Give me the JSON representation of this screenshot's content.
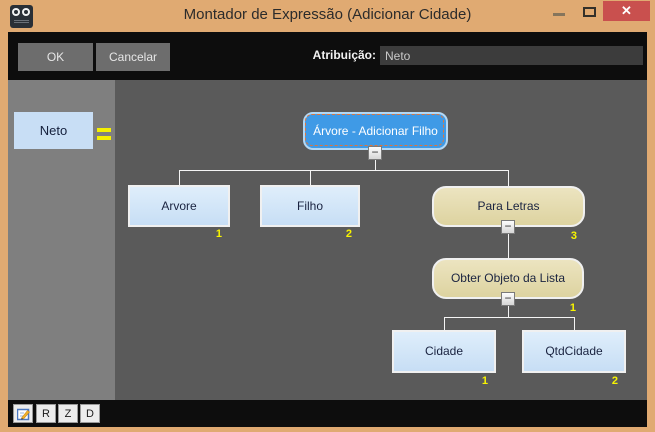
{
  "window": {
    "title": "Montador de Expressão (Adicionar Cidade)",
    "app_icon": "goggles-logo-icon",
    "minimize_icon": "minimize-icon",
    "maximize_icon": "maximize-icon",
    "close_glyph": "✕"
  },
  "toolbar": {
    "ok_label": "OK",
    "cancel_label": "Cancelar",
    "assignment_label": "Atribuição:",
    "assignment_value": "Neto"
  },
  "sidebar": {
    "target_label": "Neto",
    "equals_icon": "equals-icon"
  },
  "tree": {
    "root": {
      "label": "Árvore - Adicionar Filho",
      "collapse_glyph": "−",
      "selected": true
    },
    "nodes": [
      {
        "label": "Arvore",
        "index": "1",
        "kind": "value"
      },
      {
        "label": "Filho",
        "index": "2",
        "kind": "value"
      },
      {
        "label": "Para Letras",
        "index": "3",
        "kind": "function",
        "collapse_glyph": "−"
      },
      {
        "label": "Obter Objeto da Lista",
        "index": "1",
        "kind": "function",
        "collapse_glyph": "−"
      },
      {
        "label": "Cidade",
        "index": "1",
        "kind": "value"
      },
      {
        "label": "QtdCidade",
        "index": "2",
        "kind": "value"
      }
    ]
  },
  "bottom_bar": {
    "buttons": [
      {
        "icon": "edit-note-icon"
      },
      {
        "label": "R"
      },
      {
        "label": "Z"
      },
      {
        "label": "D"
      }
    ]
  },
  "colors": {
    "titlebar": "#e0aa72",
    "close_button": "#c9504e",
    "bar_background": "#0d0d0d",
    "canvas": "#5a5a5a",
    "sidebar": "#7f7f7f",
    "root_node_blue": "#3f9ae6",
    "value_node_blue": "#c7def5",
    "function_node_tan": "#ddd3a0",
    "index_yellow": "#f8f400",
    "selection_dash_orange": "#e0763a"
  }
}
